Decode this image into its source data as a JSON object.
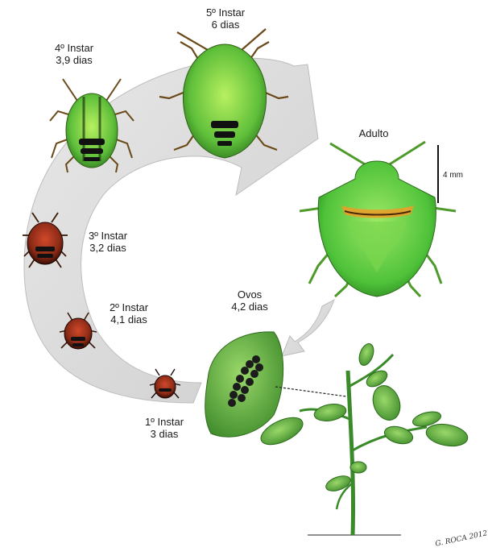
{
  "stages": {
    "instar1": {
      "name": "1º Instar",
      "duration": "3 dias"
    },
    "instar2": {
      "name": "2º Instar",
      "duration": "4,1 dias"
    },
    "instar3": {
      "name": "3º Instar",
      "duration": "3,2 dias"
    },
    "instar4": {
      "name": "4º Instar",
      "duration": "3,9 dias"
    },
    "instar5": {
      "name": "5º Instar",
      "duration": "6 dias"
    },
    "adult": {
      "name": "Adulto"
    },
    "eggs": {
      "name": "Ovos",
      "duration": "4,2 dias"
    }
  },
  "scale_bar": {
    "label": "4 mm"
  },
  "signature": {
    "text": "G. ROCA 2012"
  },
  "colors": {
    "arrow": "#d9d9d9",
    "nymph_green": "#5fbf3a",
    "adult_green": "#4fc23a",
    "early_instar_red": "#8a2a16",
    "egg": "#1c1c1c",
    "leaf": "#3fa832"
  }
}
